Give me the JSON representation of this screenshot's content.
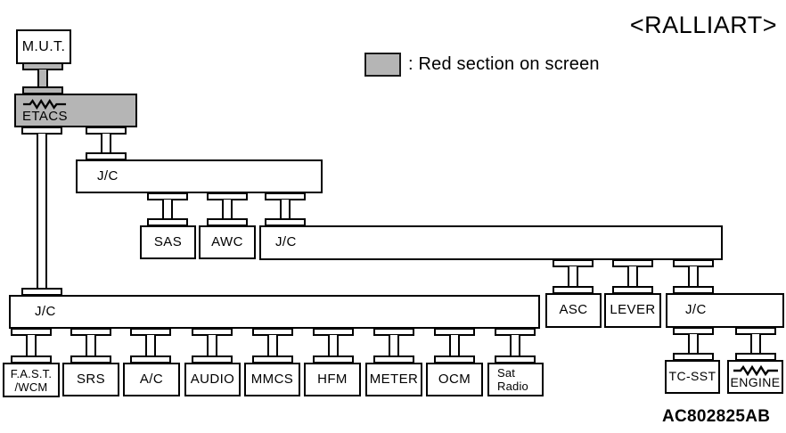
{
  "header": {
    "variant_label": "<RALLIART>"
  },
  "legend": {
    "label": ": Red section on screen",
    "swatch_color": "#b5b5b5"
  },
  "footer": {
    "figure_code": "AC802825AB"
  },
  "colors": {
    "highlight_gray": "#b5b5b5",
    "line_black": "#000000",
    "background": "#ffffff"
  },
  "icons": {
    "resistor": "terminating-resistor-icon"
  },
  "nodes": {
    "mut": {
      "label": "M.U.T."
    },
    "etacs": {
      "label": "ETACS"
    },
    "jc1": {
      "label": "J/C"
    },
    "sas": {
      "label": "SAS"
    },
    "awc": {
      "label": "AWC"
    },
    "jc2": {
      "label": "J/C"
    },
    "jc3": {
      "label": "J/C"
    },
    "asc": {
      "label": "ASC"
    },
    "lever": {
      "label": "LEVER"
    },
    "jc4": {
      "label": "J/C"
    },
    "fast_wcm": {
      "line1": "F.A.S.T.",
      "line2": "/WCM"
    },
    "srs": {
      "label": "SRS"
    },
    "ac": {
      "label": "A/C"
    },
    "audio": {
      "label": "AUDIO"
    },
    "mmcs": {
      "label": "MMCS"
    },
    "hfm": {
      "label": "HFM"
    },
    "meter": {
      "label": "METER"
    },
    "ocm": {
      "label": "OCM"
    },
    "sat_radio": {
      "line1": "Sat",
      "line2": "Radio"
    },
    "tc_sst": {
      "label": "TC-SST"
    },
    "engine": {
      "label": "ENGINE"
    }
  }
}
